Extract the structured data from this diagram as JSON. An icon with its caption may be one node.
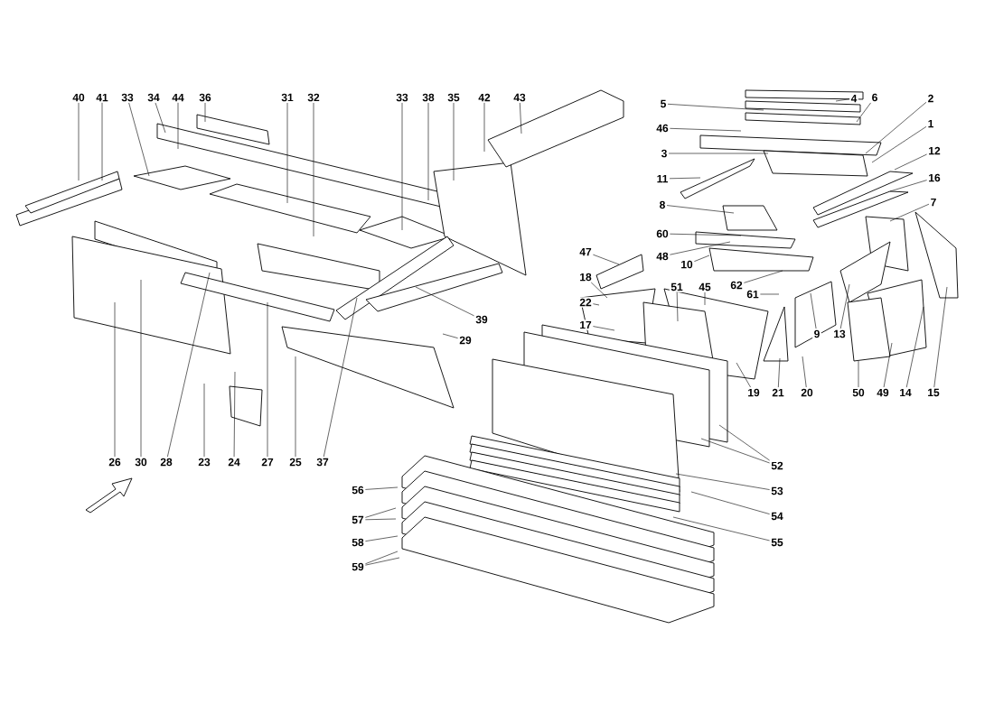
{
  "diagram": {
    "nodes": [
      {
        "text": [
          "40"
        ]
      },
      {
        "text": [
          "41"
        ]
      },
      {
        "text": [
          "33"
        ]
      },
      {
        "text": [
          "34"
        ]
      },
      {
        "text": [
          "44"
        ]
      },
      {
        "text": [
          "36"
        ]
      },
      {
        "text": [
          "31"
        ]
      },
      {
        "text": [
          "32"
        ]
      },
      {
        "text": [
          "33"
        ]
      },
      {
        "text": [
          "38"
        ]
      },
      {
        "text": [
          "35"
        ]
      },
      {
        "text": [
          "42"
        ]
      },
      {
        "text": [
          "43"
        ]
      },
      {
        "text": [
          "4"
        ]
      },
      {
        "text": [
          "5"
        ]
      },
      {
        "text": [
          "6"
        ]
      },
      {
        "text": [
          "2"
        ]
      },
      {
        "text": [
          "46"
        ]
      },
      {
        "text": [
          "1"
        ]
      },
      {
        "text": [
          "3"
        ]
      },
      {
        "text": [
          "12"
        ]
      },
      {
        "text": [
          "11"
        ]
      },
      {
        "text": [
          "16"
        ]
      },
      {
        "text": [
          "8"
        ]
      },
      {
        "text": [
          "7"
        ]
      },
      {
        "text": [
          "60"
        ]
      },
      {
        "text": [
          "48"
        ]
      },
      {
        "text": [
          "10"
        ]
      },
      {
        "text": [
          "47"
        ]
      },
      {
        "text": [
          "18"
        ]
      },
      {
        "text": [
          "51"
        ]
      },
      {
        "text": [
          "45"
        ]
      },
      {
        "text": [
          "62"
        ]
      },
      {
        "text": [
          "22"
        ]
      },
      {
        "text": [
          "61"
        ]
      },
      {
        "text": [
          "17"
        ]
      },
      {
        "text": [
          "39"
        ]
      },
      {
        "text": [
          "29"
        ]
      },
      {
        "text": [
          "9"
        ]
      },
      {
        "text": [
          "13"
        ]
      },
      {
        "text": [
          "26"
        ]
      },
      {
        "text": [
          "30"
        ]
      },
      {
        "text": [
          "28"
        ]
      },
      {
        "text": [
          "23"
        ]
      },
      {
        "text": [
          "24"
        ]
      },
      {
        "text": [
          "27"
        ]
      },
      {
        "text": [
          "25"
        ]
      },
      {
        "text": [
          "37"
        ]
      },
      {
        "text": [
          "19"
        ]
      },
      {
        "text": [
          "21"
        ]
      },
      {
        "text": [
          "20"
        ]
      },
      {
        "text": [
          "50"
        ]
      },
      {
        "text": [
          "49"
        ]
      },
      {
        "text": [
          "14"
        ]
      },
      {
        "text": [
          "15"
        ]
      },
      {
        "text": [
          "52"
        ]
      },
      {
        "text": [
          "56"
        ]
      },
      {
        "text": [
          "53"
        ]
      },
      {
        "text": [
          "54"
        ]
      },
      {
        "text": [
          "57"
        ]
      },
      {
        "text": [
          "55"
        ]
      },
      {
        "text": [
          "58"
        ]
      },
      {
        "text": [
          "59"
        ]
      }
    ],
    "edges": [
      {
        "from": 0,
        "to": null,
        "arrow": "none"
      },
      {
        "from": 1,
        "to": null,
        "arrow": "none"
      },
      {
        "from": 2,
        "to": null,
        "arrow": "none"
      },
      {
        "from": 3,
        "to": null,
        "arrow": "none"
      },
      {
        "from": 4,
        "to": null,
        "arrow": "none"
      },
      {
        "from": 5,
        "to": null,
        "arrow": "none"
      },
      {
        "from": 6,
        "to": null,
        "arrow": "none"
      },
      {
        "from": 7,
        "to": null,
        "arrow": "none"
      },
      {
        "from": 8,
        "to": null,
        "arrow": "none"
      },
      {
        "from": 9,
        "to": null,
        "arrow": "none"
      },
      {
        "from": 10,
        "to": null,
        "arrow": "none"
      },
      {
        "from": 11,
        "to": null,
        "arrow": "none"
      },
      {
        "from": 12,
        "to": null,
        "arrow": "none"
      },
      {
        "from": 13,
        "to": null,
        "arrow": "none"
      },
      {
        "from": 14,
        "to": null,
        "arrow": "none"
      },
      {
        "from": 15,
        "to": null,
        "arrow": "none"
      },
      {
        "from": 16,
        "to": null,
        "arrow": "none"
      },
      {
        "from": 17,
        "to": null,
        "arrow": "none"
      },
      {
        "from": 18,
        "to": null,
        "arrow": "none"
      },
      {
        "from": 19,
        "to": null,
        "arrow": "none"
      },
      {
        "from": 20,
        "to": null,
        "arrow": "none"
      },
      {
        "from": 21,
        "to": null,
        "arrow": "none"
      },
      {
        "from": 22,
        "to": null,
        "arrow": "none"
      },
      {
        "from": 23,
        "to": null,
        "arrow": "none"
      },
      {
        "from": 24,
        "to": null,
        "arrow": "none"
      },
      {
        "from": 25,
        "to": null,
        "arrow": "none"
      },
      {
        "from": 26,
        "to": null,
        "arrow": "none"
      },
      {
        "from": 27,
        "to": null,
        "arrow": "none"
      },
      {
        "from": 28,
        "to": null,
        "arrow": "none"
      },
      {
        "from": 29,
        "to": null,
        "arrow": "none"
      },
      {
        "from": 30,
        "to": null,
        "arrow": "none"
      },
      {
        "from": 31,
        "to": null,
        "arrow": "none"
      },
      {
        "from": 32,
        "to": null,
        "arrow": "none"
      },
      {
        "from": 33,
        "to": null,
        "arrow": "none"
      },
      {
        "from": 34,
        "to": null,
        "arrow": "none"
      },
      {
        "from": 35,
        "to": null,
        "arrow": "none"
      },
      {
        "from": 36,
        "to": null,
        "arrow": "none"
      },
      {
        "from": 37,
        "to": null,
        "arrow": "none"
      },
      {
        "from": 38,
        "to": null,
        "arrow": "none"
      },
      {
        "from": 39,
        "to": null,
        "arrow": "none"
      },
      {
        "from": 40,
        "to": null,
        "arrow": "none"
      },
      {
        "from": 41,
        "to": null,
        "arrow": "none"
      },
      {
        "from": 42,
        "to": null,
        "arrow": "none"
      },
      {
        "from": 43,
        "to": null,
        "arrow": "none"
      },
      {
        "from": 44,
        "to": null,
        "arrow": "none"
      },
      {
        "from": 45,
        "to": null,
        "arrow": "none"
      },
      {
        "from": 46,
        "to": null,
        "arrow": "none"
      },
      {
        "from": 47,
        "to": null,
        "arrow": "none"
      },
      {
        "from": 48,
        "to": null,
        "arrow": "none"
      },
      {
        "from": 49,
        "to": null,
        "arrow": "none"
      },
      {
        "from": 50,
        "to": null,
        "arrow": "none"
      },
      {
        "from": 51,
        "to": null,
        "arrow": "none"
      },
      {
        "from": 52,
        "to": null,
        "arrow": "none"
      },
      {
        "from": 53,
        "to": null,
        "arrow": "none"
      },
      {
        "from": 54,
        "to": null,
        "arrow": "none"
      },
      {
        "from": 55,
        "to": null,
        "arrow": "none"
      },
      {
        "from": 55,
        "to": null,
        "arrow": "none"
      },
      {
        "from": 56,
        "to": null,
        "arrow": "none"
      },
      {
        "from": 57,
        "to": null,
        "arrow": "none"
      },
      {
        "from": 58,
        "to": null,
        "arrow": "none"
      },
      {
        "from": 59,
        "to": null,
        "arrow": "none"
      },
      {
        "from": 59,
        "to": null,
        "arrow": "none"
      },
      {
        "from": 60,
        "to": null,
        "arrow": "none"
      },
      {
        "from": 61,
        "to": null,
        "arrow": "none"
      },
      {
        "from": 62,
        "to": null,
        "arrow": "none"
      },
      {
        "from": 62,
        "to": null,
        "arrow": "none"
      }
    ]
  }
}
